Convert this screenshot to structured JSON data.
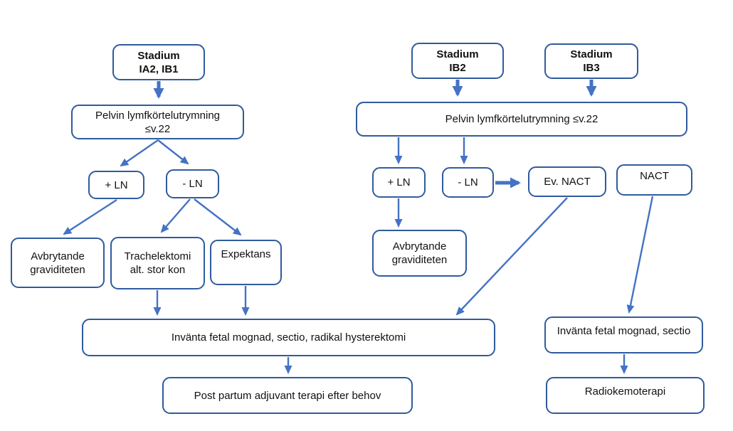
{
  "diagram": {
    "title": "Cervical cancer in pregnancy treatment flowchart",
    "colors": {
      "box_border": "#2F5B9D",
      "arrow": "#4472C4",
      "background": "#FFFFFF",
      "text": "#111111"
    },
    "nodes": {
      "stadium_ia2_ib1": {
        "label": "Stadium\nIA2, IB1"
      },
      "pelvin_left": {
        "label": "Pelvin lymfkörtelutrymning\n≤v.22"
      },
      "plus_ln_left": {
        "label": "+ LN"
      },
      "minus_ln_left": {
        "label": "- LN"
      },
      "avbrytande_left": {
        "label": "Avbrytande\ngraviditeten"
      },
      "trachelektomi": {
        "label": "Trachelektomi\nalt. stor kon"
      },
      "expektans": {
        "label": "Expektans"
      },
      "invanta_radikal": {
        "label": "Invänta fetal mognad, sectio, radikal hysterektomi"
      },
      "post_partum": {
        "label": "Post partum adjuvant terapi efter behov"
      },
      "stadium_ib2": {
        "label": "Stadium\nIB2"
      },
      "stadium_ib3": {
        "label": "Stadium\nIB3"
      },
      "pelvin_right": {
        "label": "Pelvin lymfkörtelutrymning ≤v.22"
      },
      "plus_ln_right": {
        "label": "+ LN"
      },
      "minus_ln_right": {
        "label": "- LN"
      },
      "ev_nact": {
        "label": "Ev. NACT"
      },
      "nact": {
        "label": "NACT"
      },
      "avbrytande_right": {
        "label": "Avbrytande\ngraviditeten"
      },
      "invanta_sectio": {
        "label": "Invänta fetal mognad, sectio"
      },
      "radiokemoterapi": {
        "label": "Radiokemoterapi"
      }
    },
    "edges": [
      {
        "from": "stadium_ia2_ib1",
        "to": "pelvin_left",
        "style": "thick"
      },
      {
        "from": "pelvin_left",
        "to": "plus_ln_left",
        "style": "thin"
      },
      {
        "from": "pelvin_left",
        "to": "minus_ln_left",
        "style": "thin"
      },
      {
        "from": "plus_ln_left",
        "to": "avbrytande_left",
        "style": "thin"
      },
      {
        "from": "minus_ln_left",
        "to": "trachelektomi",
        "style": "thin"
      },
      {
        "from": "minus_ln_left",
        "to": "expektans",
        "style": "thin"
      },
      {
        "from": "trachelektomi",
        "to": "invanta_radikal",
        "style": "thin"
      },
      {
        "from": "expektans",
        "to": "invanta_radikal",
        "style": "thin"
      },
      {
        "from": "invanta_radikal",
        "to": "post_partum",
        "style": "thin"
      },
      {
        "from": "stadium_ib2",
        "to": "pelvin_right",
        "style": "thick"
      },
      {
        "from": "stadium_ib3",
        "to": "pelvin_right",
        "style": "thick"
      },
      {
        "from": "pelvin_right",
        "to": "plus_ln_right",
        "style": "thin"
      },
      {
        "from": "pelvin_right",
        "to": "minus_ln_right",
        "style": "thin"
      },
      {
        "from": "plus_ln_right",
        "to": "avbrytande_right",
        "style": "thin"
      },
      {
        "from": "minus_ln_right",
        "to": "ev_nact",
        "style": "thick"
      },
      {
        "from": "ev_nact",
        "to": "invanta_radikal",
        "style": "thin"
      },
      {
        "from": "nact",
        "to": "invanta_sectio",
        "style": "thin"
      },
      {
        "from": "invanta_sectio",
        "to": "radiokemoterapi",
        "style": "thin"
      }
    ]
  }
}
